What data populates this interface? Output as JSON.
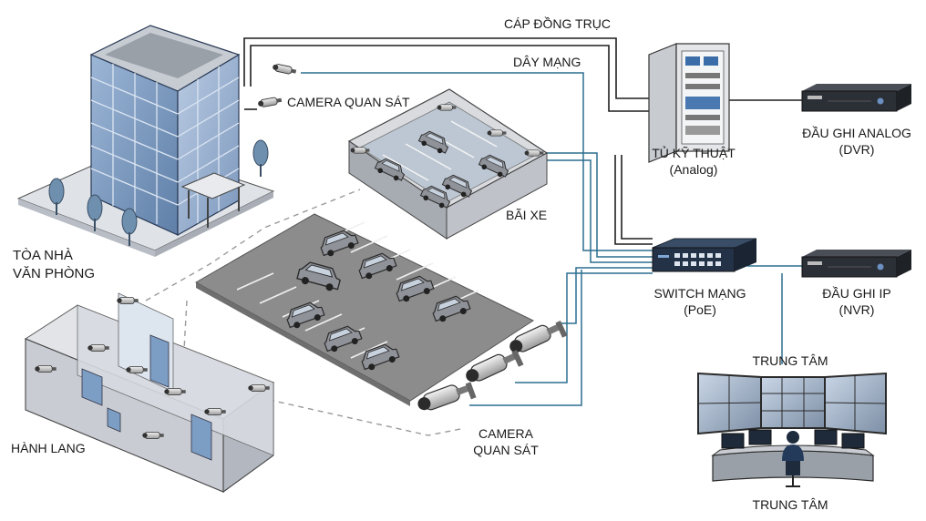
{
  "links": {
    "coax_label": "CÁP ĐỒNG TRỤC",
    "network_label": "DÂY MẠNG"
  },
  "zones": {
    "office_building": "TÒA NHÀ VĂN PHÒNG",
    "office_building_line1": "TÒA  NHÀ",
    "office_building_line2": "VĂN PHÒNG",
    "corridor": "HÀNH LANG",
    "parking": "BÃI XE"
  },
  "cameras": {
    "building_cameras": "CAMERA QUAN SÁT",
    "outdoor_cameras_line1": "CAMERA",
    "outdoor_cameras_line2": "QUAN SÁT"
  },
  "equipment": {
    "cabinet_line1": "TỦ KỸ THUẬT",
    "cabinet_line2": "(Analog)",
    "dvr_line1": "ĐẦU GHI ANALOG",
    "dvr_line2": "(DVR)",
    "switch_line1": "SWITCH MẠNG",
    "switch_line2": "(PoE)",
    "nvr_line1": "ĐẦU GHI IP",
    "nvr_line2": "(NVR)"
  },
  "control_center": {
    "label_top": "TRUNG TÂM",
    "label_bottom": "TRUNG TÂM"
  },
  "colors": {
    "coax_cable": "#1f1f1f",
    "network_cable": "#2c6e8f",
    "building_glass": "#6f8fb8",
    "device_dark": "#2b2f36",
    "floor_gray": "#8c8c8c"
  }
}
